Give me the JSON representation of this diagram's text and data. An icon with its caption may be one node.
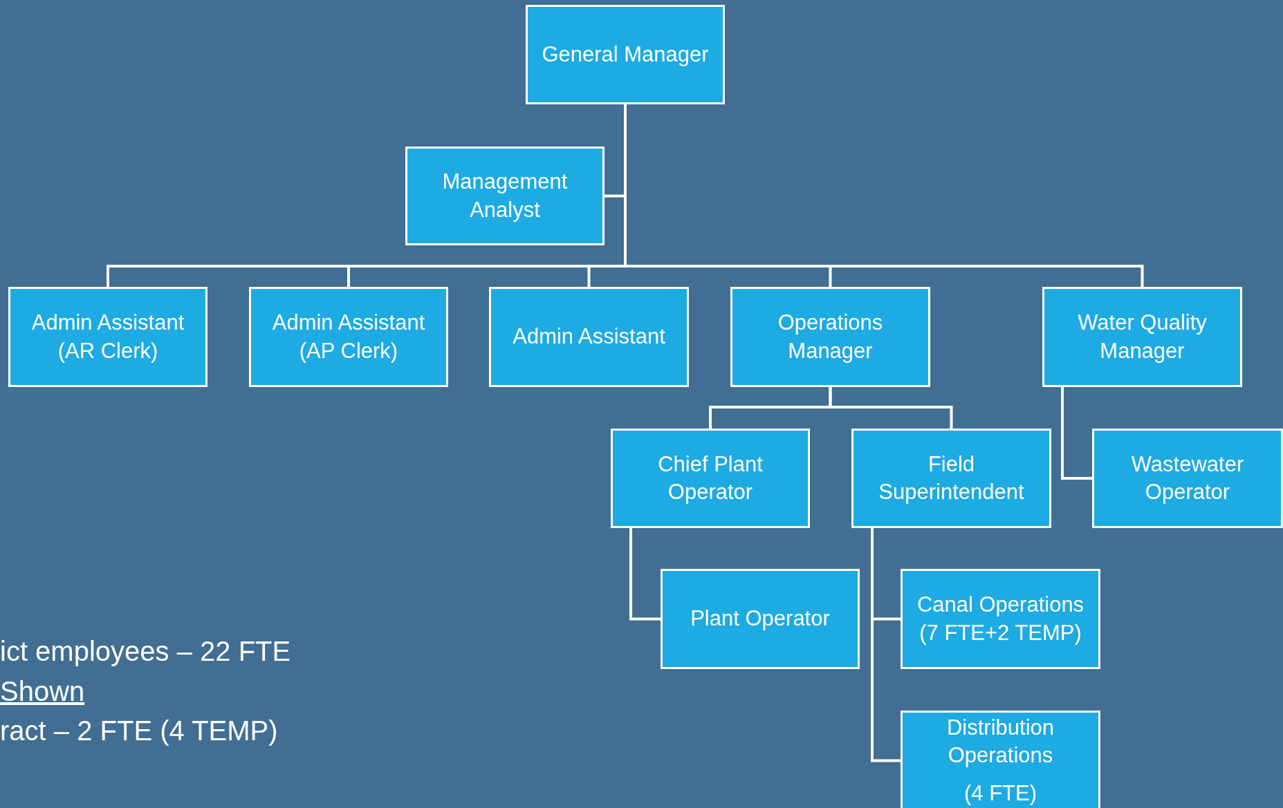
{
  "diagram": {
    "nodes": [
      {
        "text": [
          "General Manager"
        ]
      },
      {
        "text": [
          "Management Analyst"
        ]
      },
      {
        "text": [
          "Admin Assistant (AR Clerk)"
        ]
      },
      {
        "text": [
          "Admin Assistant (AP Clerk)"
        ]
      },
      {
        "text": [
          "Admin Assistant"
        ]
      },
      {
        "text": [
          "Operations Manager"
        ]
      },
      {
        "text": [
          "Water Quality Manager"
        ]
      },
      {
        "text": [
          "Chief Plant Operator"
        ]
      },
      {
        "text": [
          "Field Superintendent"
        ]
      },
      {
        "text": [
          "Wastewater Operator"
        ]
      },
      {
        "text": [
          "Plant Operator"
        ]
      },
      {
        "text": [
          "Canal Operations (7 FTE+2 TEMP)"
        ]
      },
      {
        "text": [
          "Distribution Operations",
          "(4 FTE)"
        ]
      }
    ],
    "edges": [
      {
        "from": 0,
        "to": 1,
        "arrow": "none"
      },
      {
        "from": 0,
        "to": 2,
        "arrow": "none"
      },
      {
        "from": 0,
        "to": 3,
        "arrow": "none"
      },
      {
        "from": 0,
        "to": 4,
        "arrow": "none"
      },
      {
        "from": 0,
        "to": 5,
        "arrow": "none"
      },
      {
        "from": 0,
        "to": 6,
        "arrow": "none"
      },
      {
        "from": 5,
        "to": 7,
        "arrow": "none"
      },
      {
        "from": 5,
        "to": 8,
        "arrow": "none"
      },
      {
        "from": 6,
        "to": 9,
        "arrow": "none"
      },
      {
        "from": 7,
        "to": 10,
        "arrow": "none"
      },
      {
        "from": 8,
        "to": 11,
        "arrow": "none"
      },
      {
        "from": 8,
        "to": 12,
        "arrow": "none"
      }
    ],
    "labels": [
      "ict employees – 22 FTE",
      "Shown",
      "ract – 2 FTE (4 TEMP)"
    ]
  }
}
